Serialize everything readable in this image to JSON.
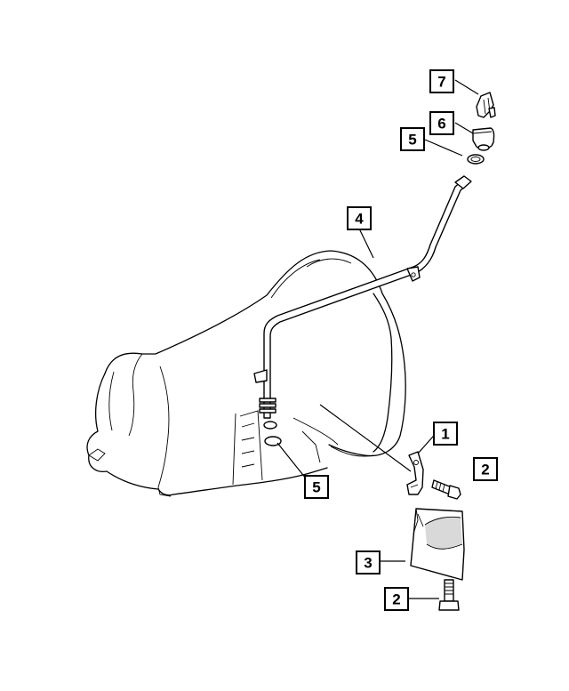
{
  "callouts": [
    {
      "id": "c7",
      "label": "7"
    },
    {
      "id": "c6",
      "label": "6"
    },
    {
      "id": "c5a",
      "label": "5"
    },
    {
      "id": "c4",
      "label": "4"
    },
    {
      "id": "c1",
      "label": "1"
    },
    {
      "id": "c2a",
      "label": "2"
    },
    {
      "id": "c5b",
      "label": "5"
    },
    {
      "id": "c3",
      "label": "3"
    },
    {
      "id": "c2b",
      "label": "2"
    }
  ]
}
